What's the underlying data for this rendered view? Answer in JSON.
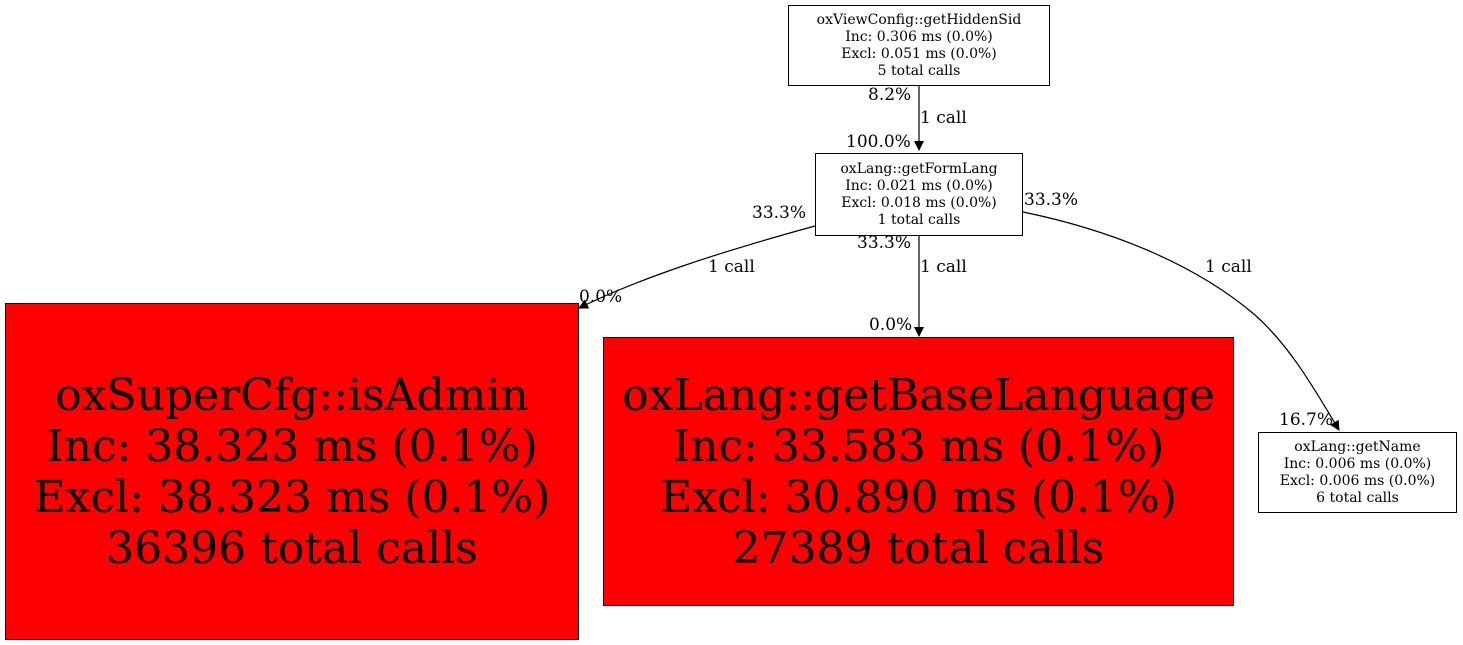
{
  "nodes": {
    "getHiddenSid": {
      "title": "oxViewConfig::getHiddenSid",
      "inc": "Inc: 0.306 ms (0.0%)",
      "excl": "Excl: 0.051 ms (0.0%)",
      "calls": "5 total calls"
    },
    "getFormLang": {
      "title": "oxLang::getFormLang",
      "inc": "Inc: 0.021 ms (0.0%)",
      "excl": "Excl: 0.018 ms (0.0%)",
      "calls": "1 total calls"
    },
    "isAdmin": {
      "title": "oxSuperCfg::isAdmin",
      "inc": "Inc: 38.323 ms (0.1%)",
      "excl": "Excl: 38.323 ms (0.1%)",
      "calls": "36396 total calls",
      "fill": "#ff0000"
    },
    "getBaseLanguage": {
      "title": "oxLang::getBaseLanguage",
      "inc": "Inc: 33.583 ms (0.1%)",
      "excl": "Excl: 30.890 ms (0.1%)",
      "calls": "27389 total calls",
      "fill": "#ff0000"
    },
    "getName": {
      "title": "oxLang::getName",
      "inc": "Inc: 0.006 ms (0.0%)",
      "excl": "Excl: 0.006 ms (0.0%)",
      "calls": "6 total calls"
    }
  },
  "edges": [
    {
      "from": "oxViewConfig::getHiddenSid",
      "to": "oxLang::getFormLang",
      "calls": "1 call",
      "out_pct": "8.2%",
      "in_pct": "100.0%"
    },
    {
      "from": "oxLang::getFormLang",
      "to": "oxSuperCfg::isAdmin",
      "calls": "1 call",
      "out_pct": "33.3%",
      "in_pct": "0.0%"
    },
    {
      "from": "oxLang::getFormLang",
      "to": "oxLang::getBaseLanguage",
      "calls": "1 call",
      "out_pct": "33.3%",
      "in_pct": "0.0%"
    },
    {
      "from": "oxLang::getFormLang",
      "to": "oxLang::getName",
      "calls": "1 call",
      "out_pct": "33.3%",
      "in_pct": "16.7%"
    }
  ]
}
